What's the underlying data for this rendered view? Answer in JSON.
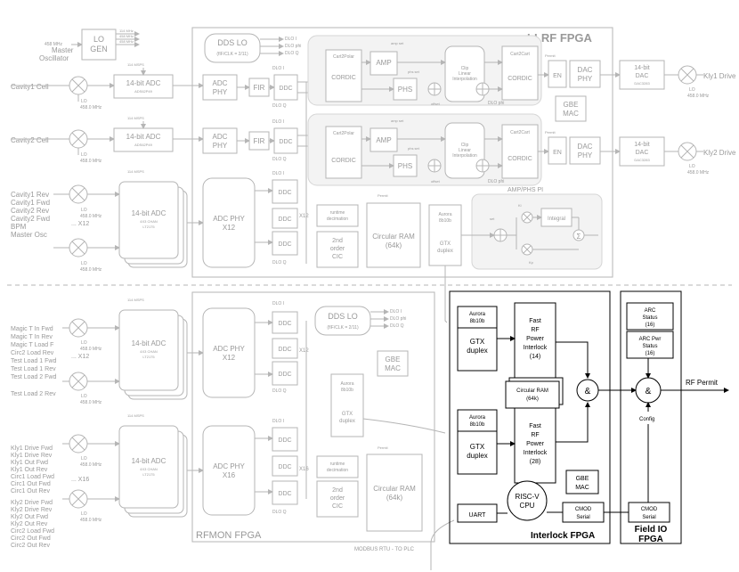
{
  "fpga": {
    "llrf": "LLRF FPGA",
    "rfmon": "RFMON FPGA",
    "interlock": "Interlock FPGA",
    "fieldio_1": "Field IO",
    "fieldio_2": "FPGA"
  },
  "lo_gen": {
    "master_1": "458 MHz",
    "master_2": "Master",
    "master_3": "Oscillator",
    "box_1": "LO",
    "box_2": "GEN",
    "out_1": "114 MHz",
    "out_2": "458 MHz",
    "out_3": "458 MHz"
  },
  "inputs": {
    "cav1": "Cavity1 Cell",
    "cav2": "Cavity2 Cell",
    "multi": [
      "Cavity1 Rev",
      "Cavity1 Fwd",
      "Cavity2 Rev",
      "Cavity2 Fwd",
      "BPM",
      "Master Osc"
    ],
    "x12": "... X12",
    "mon1": [
      "Magic T In Fwd",
      "Magic T In Rev",
      "Magic T Load F",
      "Circ2 Load Rev",
      "Test Load 1 Fwd",
      "Test Load 1 Rev",
      "Test Load 2 Fwd"
    ],
    "mon1_x12": "... X12",
    "mon1_last": "Test Load 2 Rev",
    "mon2": [
      "Kly1 Drive Fwd",
      "Kly1 Drive Rev",
      "Kly1 Out Fwd",
      "Kly1 Out Rev",
      "Circ1 Load Fwd",
      "Circ1 Out Fwd",
      "Circ1 Out Rev"
    ],
    "mon2_x16": "... X16",
    "mon3": [
      "Kly2 Drive Fwd",
      "Kly2 Drive Rev",
      "Kly2 Out Fwd",
      "Kly2 Out Rev",
      "Circ2 Load Fwd",
      "Circ2 Out Fwd",
      "Circ2 Out Rev"
    ]
  },
  "lo": {
    "label": "LO",
    "freq": "458.0 MHz"
  },
  "adc": {
    "title": "14-bit ADC",
    "ads": "ADS62P49",
    "chan": "4X3 CHAN",
    "part": "LT2175",
    "msps": "114 MSPS"
  },
  "blocks": {
    "adc_phy_1": "ADC",
    "adc_phy_2": "PHY",
    "adc_phy_x12": "ADC PHY",
    "x12": "X12",
    "x16": "X16",
    "fir": "FIR",
    "ddc": "DDC",
    "dds_lo": "DDS LO",
    "dds_sub": "(fIF/CLK = 2/11)",
    "dlo_i": "DLO I",
    "dlo_phi": "DLO phi",
    "dlo_q": "DLO Q",
    "cart2polar": "Cart2Polar",
    "cordic": "CORDIC",
    "amp": "AMP",
    "phs": "PHS",
    "amp_set": "amp set",
    "phs_set": "phs set",
    "offset": "offset",
    "clip_1": "Clip",
    "clip_2": "Linear",
    "clip_3": "Interpolation",
    "cart2cart": "Cart2Cart",
    "en": "EN",
    "dac_phy_1": "DAC",
    "dac_phy_2": "PHY",
    "dac_1": "14-bit",
    "dac_2": "DAC",
    "dac_part": "DAC3283",
    "gbe_1": "GBE",
    "gbe_2": "MAC",
    "permit": "Permit",
    "kly1": "Kly1 Drive",
    "kly2": "Kly2 Drive",
    "rt_1": "runtime",
    "rt_2": "decimation",
    "cic_1": "2nd",
    "cic_2": "order",
    "cic_3": "CIC",
    "circ_ram_1": "Circular RAM",
    "circ_ram_2": "(64k)",
    "aurora_1": "Aurora",
    "aurora_2": "8b10b",
    "gtx_1": "GTX",
    "gtx_2": "duplex",
    "amp_phs_pi": "AMP/PHS PI",
    "integral": "Integral",
    "kp": "Kp",
    "ki": "Ki",
    "set": "set",
    "sigma": "Σ"
  },
  "interlock": {
    "fast_1": "Fast",
    "fast_2": "RF",
    "fast_3": "Power",
    "fast_4": "Interlock",
    "fast_n1": "(14)",
    "fast_n2": "(28)",
    "circ_ram": "Circular RAM",
    "circ_ram_2": "(64k)",
    "and": "&",
    "gbe_1": "GBE",
    "gbe_2": "MAC",
    "riscv_1": "RISC-V",
    "riscv_2": "CPU",
    "uart": "UART",
    "cmod_1": "CMOD",
    "cmod_2": "Serial",
    "arc_status_1": "ARC",
    "arc_status_2": "Status",
    "arc_status_3": "(16)",
    "arc_pwr_1": "ARC Pwr",
    "arc_pwr_2": "Status",
    "arc_pwr_3": "(16)",
    "config": "Config",
    "rf_permit": "RF Permit",
    "modbus": "MODBUS RTU - TO PLC"
  },
  "colors": {
    "grey": "#b5b5b5",
    "grey_text": "#999999",
    "black": "#000000"
  }
}
